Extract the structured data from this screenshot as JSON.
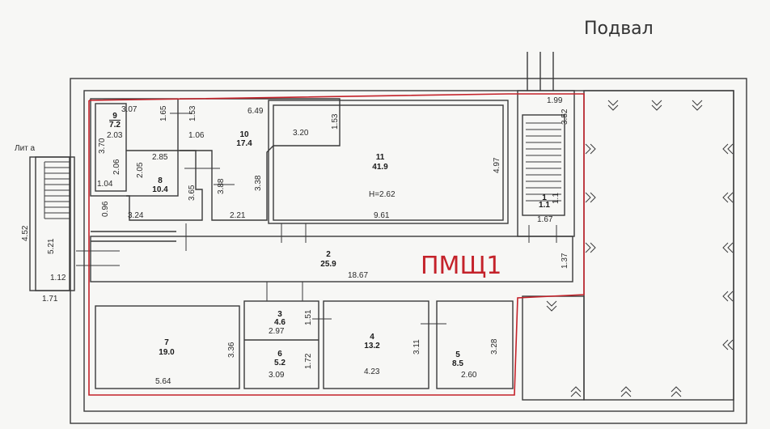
{
  "header": {
    "title": "Подвал"
  },
  "annotations": {
    "lit": "Лит а",
    "pmsh": "ПМЩ1",
    "height": "H=2.62"
  },
  "colors": {
    "ink": "#3a3a3a",
    "red": "#c4222a",
    "paper": "#f7f7f5"
  },
  "rooms": [
    {
      "id": "9",
      "area": "7.2"
    },
    {
      "id": "10",
      "area": "17.4"
    },
    {
      "id": "11",
      "area": "41.9"
    },
    {
      "id": "8",
      "area": "10.4"
    },
    {
      "id": "1",
      "area": "1.1"
    },
    {
      "id": "2",
      "area": "25.9"
    },
    {
      "id": "7",
      "area": "19.0"
    },
    {
      "id": "3",
      "area": "4.6"
    },
    {
      "id": "6",
      "area": "5.2"
    },
    {
      "id": "4",
      "area": "13.2"
    },
    {
      "id": "5",
      "area": "8.5"
    }
  ],
  "dimensions": {
    "d_3_07": "3.07",
    "d_1_65": "1.65",
    "d_2_03": "2.03",
    "d_3_70": "3.70",
    "d_2_06": "2.06",
    "d_1_04": "1.04",
    "d_1_53a": "1.53",
    "d_1_06": "1.06",
    "d_6_49": "6.49",
    "d_3_20": "3.20",
    "d_1_53b": "1.53",
    "d_2_85": "2.85",
    "d_2_05": "2.05",
    "d_3_65": "3.65",
    "d_3_88": "3.88",
    "d_3_38": "3.38",
    "d_2_21": "2.21",
    "d_0_96": "0.96",
    "d_3_24": "3.24",
    "d_4_97": "4.97",
    "d_9_61": "9.61",
    "d_1_99": "1.99",
    "d_3_52": "3.52",
    "d_1_67": "1.67",
    "d_1_37": "1.37",
    "d_18_67": "18.67",
    "d_4_52": "4.52",
    "d_5_21": "5.21",
    "d_1_12": "1.12",
    "d_1_71": "1.71",
    "d_3_36": "3.36",
    "d_5_64": "5.64",
    "d_2_97": "2.97",
    "d_1_51": "1.51",
    "d_1_72": "1.72",
    "d_3_09": "3.09",
    "d_3_11": "3.11",
    "d_4_23": "4.23",
    "d_3_28": "3.28",
    "d_2_60": "2.60",
    "d_1_1": "1.1"
  }
}
